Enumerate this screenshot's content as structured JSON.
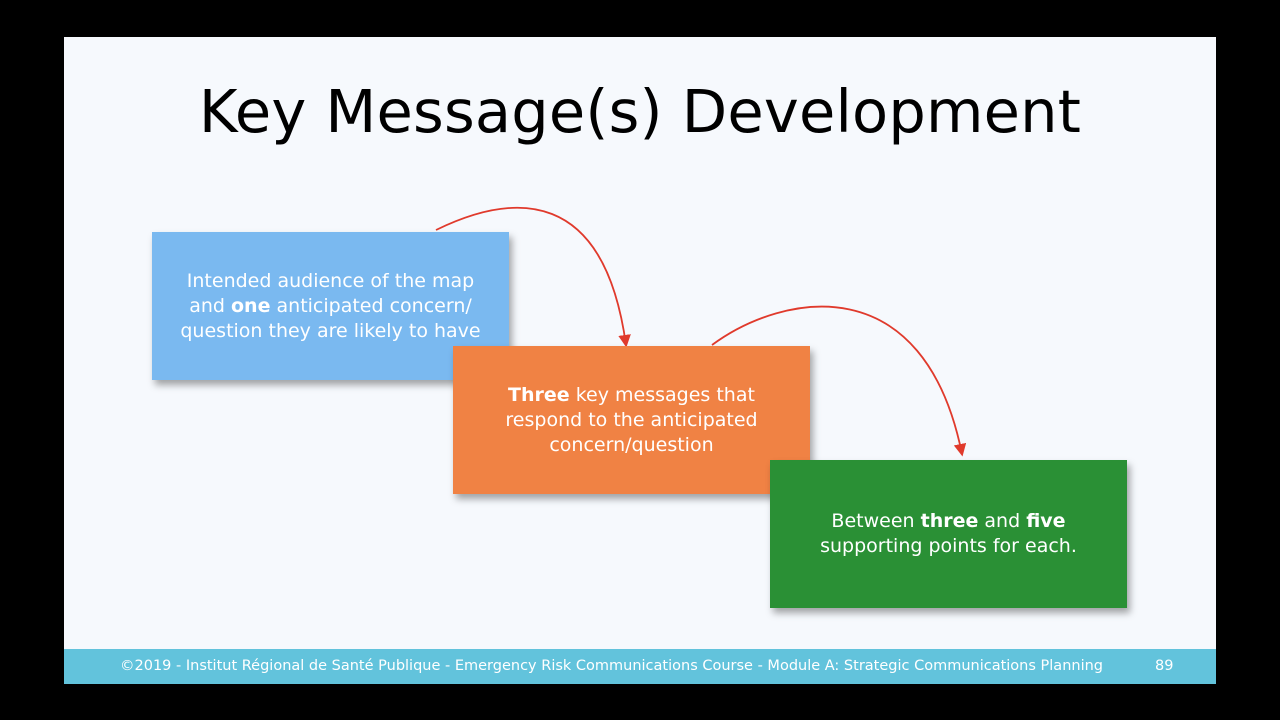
{
  "slide": {
    "title": "Key Message(s) Development",
    "boxes": [
      {
        "line1": "Intended audience of the map",
        "line2_before": "and ",
        "line2_bold": "one",
        "line2_after": " anticipated concern/",
        "line3": "question they are likely to have",
        "color": "#7ab9f0"
      },
      {
        "line1_bold": "Three",
        "line1_after": " key messages that",
        "line2": "respond to the anticipated",
        "line3": "concern/question",
        "color": "#f08244"
      },
      {
        "line1_before": "Between ",
        "line1_bold1": "three",
        "line1_mid": " and ",
        "line1_bold2": "five",
        "line2": "supporting points for each.",
        "color": "#2a9035"
      }
    ],
    "arrow_color": "#e03a2c"
  },
  "footer": {
    "text": "©2019 - Institut Régional de Santé Publique - Emergency Risk Communications Course - Module A: Strategic Communications Planning",
    "page_number": "89",
    "color": "#62c3dc"
  }
}
